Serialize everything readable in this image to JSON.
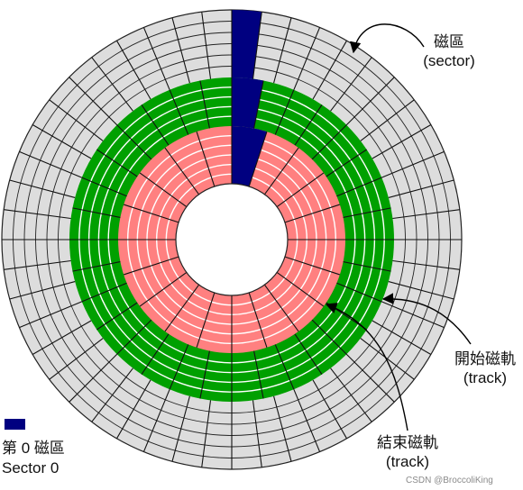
{
  "labels": {
    "sector": {
      "line1": "磁區",
      "line2": "(sector)"
    },
    "start_track": {
      "line1": "開始磁軌",
      "line2": "(track)"
    },
    "end_track": {
      "line1": "結束磁軌",
      "line2": "(track)"
    }
  },
  "legend": {
    "line1": "第 0 磁區",
    "line2": "Sector 0",
    "swatch_color": "#000080"
  },
  "watermark": "CSDN @BroccoliKing",
  "colors": {
    "outer_zone": "#dddddd",
    "middle_zone": "#00a000",
    "inner_zone": "#ff8080",
    "sector0": "#000080",
    "track_lines_green": "#ffffff",
    "track_lines_red": "#ffffff",
    "track_lines_grey": "#222222"
  },
  "zones": {
    "outer": {
      "tracks": 6,
      "sectors": 48
    },
    "middle": {
      "tracks": 5,
      "sectors": 32
    },
    "inner": {
      "tracks": 6,
      "sectors": 20
    }
  }
}
